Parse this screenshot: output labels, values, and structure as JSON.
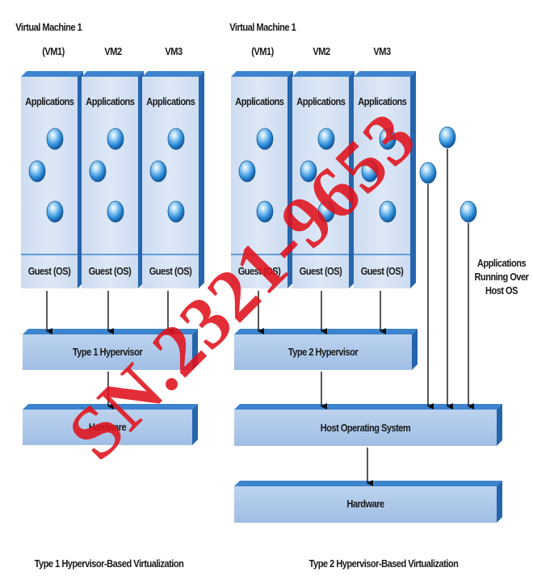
{
  "left": {
    "vm_headers": [
      "Virtual Machine 1",
      "(VM1)",
      "VM2",
      "VM3"
    ],
    "app_label": "Applications",
    "guest_label": "Guest (OS)",
    "hypervisor_label": "Type 1 Hypervisor",
    "hardware_label": "Hardware",
    "caption": "Type 1 Hypervisor-Based Virtualization"
  },
  "right": {
    "vm_headers": [
      "Virtual Machine 1",
      "(VM1)",
      "VM2",
      "VM3"
    ],
    "app_label": "Applications",
    "guest_label": "Guest (OS)",
    "hypervisor_label": "Type 2 Hypervisor",
    "host_os_label": "Host Operating System",
    "hardware_label": "Hardware",
    "side_note": [
      "Applications",
      "Running Over",
      "Host OS"
    ],
    "caption": "Type 2 Hypervisor-Based Virtualization"
  },
  "watermark": "SN.2321-9653",
  "colors": {
    "panel_fill": "#d4e1f3",
    "bar_fill": "#a9c5e8",
    "edge_blue": "#3d84cf",
    "edge_dark": "#2565ad",
    "watermark": "#e0111b"
  }
}
